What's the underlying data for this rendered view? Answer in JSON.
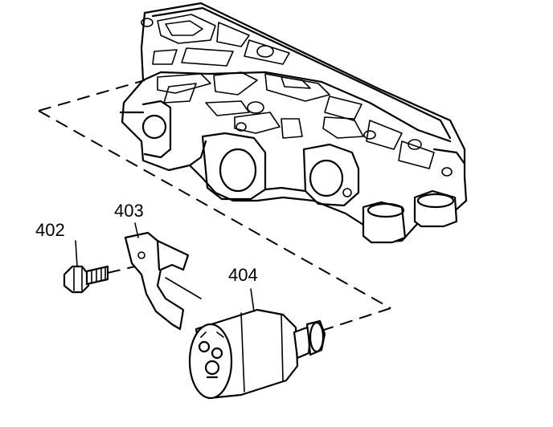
{
  "callouts": [
    {
      "id": "402",
      "label": "402"
    },
    {
      "id": "403",
      "label": "403"
    },
    {
      "id": "404",
      "label": "404"
    }
  ]
}
